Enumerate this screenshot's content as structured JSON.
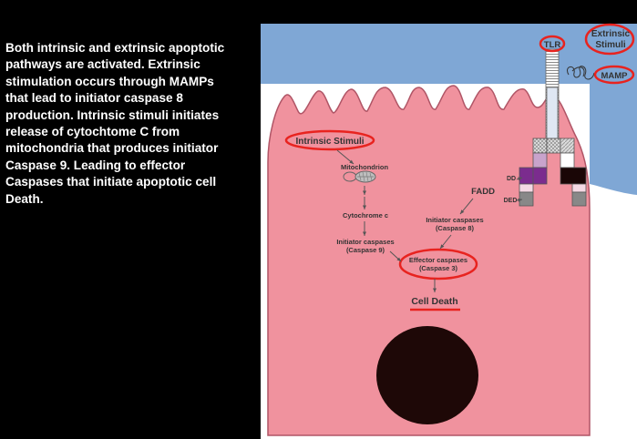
{
  "caption": {
    "lines": [
      "Both intrinsic and extrinsic apoptotic",
      "pathways are activated.  Extrinsic",
      "stimulation occurs through MAMPs",
      "that lead to initiator caspase 8",
      " production.  Intrinsic stimuli initiates",
      "release of cytochtome C from",
      "mitochondria that produces initiator",
      "Caspase 9.  Leading to effector",
      "Caspases that initiate apoptotic cell",
      "Death."
    ]
  },
  "diagram": {
    "extrinsic_stimuli": [
      "Extrinsic",
      "Stimuli"
    ],
    "tlr": "TLR",
    "mamp": "MAMP",
    "intrinsic_stimuli": "Intrinsic Stimuli",
    "mitochondrion": "Mitochondrion",
    "cytochrome": "Cytochrome c",
    "initiator9": [
      "Initiator caspases",
      "(Caspase 9)"
    ],
    "fadd": "FADD",
    "dd": "DD",
    "ded": "DED",
    "initiator8": [
      "Initiator caspases",
      "(Caspase 8)"
    ],
    "effector": [
      "Effector caspases",
      "(Caspase 3)"
    ],
    "cell_death": "Cell Death"
  },
  "colors": {
    "background": "#000000",
    "panel_bg": "#7fa7d5",
    "cell_fill": "#f0929e",
    "cell_stroke": "#b05566",
    "highlight_red": "#e8231f",
    "purple": "#7b2c8e",
    "light_purple": "#c8a3cc",
    "nucleus": "#1e0807"
  }
}
